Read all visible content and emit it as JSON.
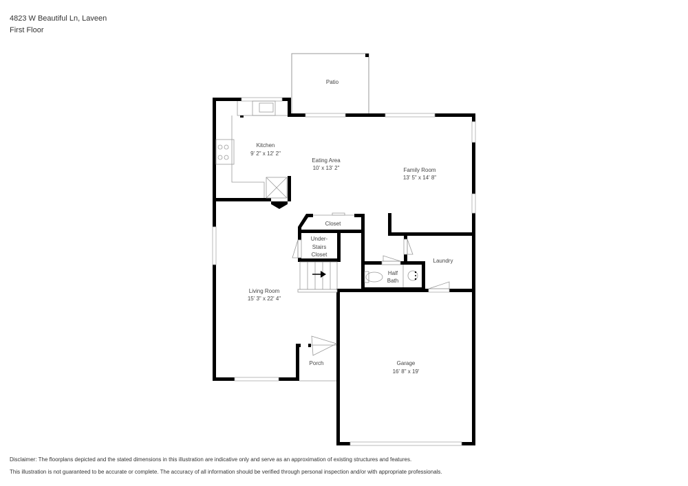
{
  "header": {
    "address": "4823 W Beautiful Ln, Laveen",
    "floor": "First Floor"
  },
  "rooms": {
    "patio": {
      "name": "Patio"
    },
    "kitchen": {
      "name": "Kitchen",
      "dims": "9' 2\" x 12' 2\""
    },
    "eating_area": {
      "name": "Eating Area",
      "dims": "10' x 13' 2\""
    },
    "family_room": {
      "name": "Family Room",
      "dims": "13' 5\" x 14' 8\""
    },
    "closet": {
      "name": "Closet"
    },
    "under_stairs_closet": {
      "line1": "Under-",
      "line2": "Stairs",
      "line3": "Closet"
    },
    "laundry": {
      "name": "Laundry"
    },
    "half_bath": {
      "line1": "Half",
      "line2": "Bath"
    },
    "living_room": {
      "name": "Living Room",
      "dims": "15' 3\" x 22' 4\""
    },
    "porch": {
      "name": "Porch"
    },
    "garage": {
      "name": "Garage",
      "dims": "16' 8\" x 19'"
    }
  },
  "disclaimer": {
    "line1": "Disclaimer: The floorplans depicted and the stated dimensions in this illustration are indicative only and serve as an approximation of existing structures and features.",
    "line2": "This illustration is not guaranteed to be accurate or complete. The accuracy of all information should be verified through personal inspection and/or with appropriate professionals."
  },
  "colors": {
    "wall": "#000000",
    "thin_line": "#999999",
    "text": "#444444"
  }
}
